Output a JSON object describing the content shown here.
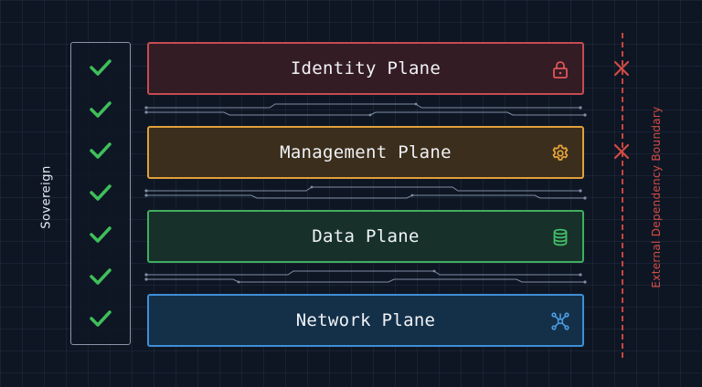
{
  "sovereign_label": "Sovereign",
  "check_count": 7,
  "planes": [
    {
      "label": "Identity Plane",
      "icon": "lock-icon",
      "border_color": "#c44c52"
    },
    {
      "label": "Management Plane",
      "icon": "gear-icon",
      "border_color": "#e0a03a"
    },
    {
      "label": "Data Plane",
      "icon": "database-icon",
      "border_color": "#3fae5f"
    },
    {
      "label": "Network Plane",
      "icon": "network-icon",
      "border_color": "#3f8fd6"
    }
  ],
  "boundary": {
    "label": "External Dependency Boundary",
    "color": "#d24b43",
    "blocked_planes": [
      "Identity Plane",
      "Management Plane"
    ]
  }
}
